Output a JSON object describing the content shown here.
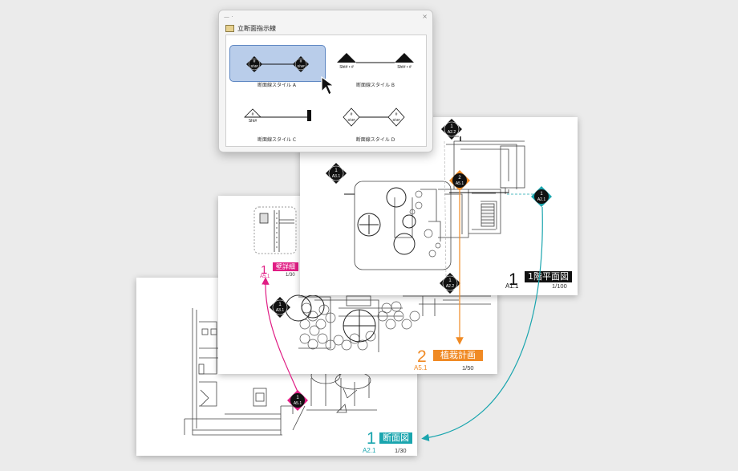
{
  "dialog": {
    "title": "立断面指示線",
    "options": [
      {
        "label": "断面線スタイル A",
        "left_mark": "#",
        "left_sub": "Sht#",
        "right_mark": "#",
        "right_sub": "Sht#",
        "selected": true
      },
      {
        "label": "断面線スタイル B",
        "left_mark": "Sht# • #",
        "right_mark": "Sht# • #",
        "selected": false
      },
      {
        "label": "断面線スタイル C",
        "left_mark": "#",
        "left_sub": "Sht#",
        "selected": false
      },
      {
        "label": "断面線スタイル D",
        "left_mark": "#",
        "left_sub": "Sht#",
        "right_mark": "#",
        "right_sub": "Sht#",
        "selected": false
      }
    ]
  },
  "sheets": {
    "plan": {
      "title_num": "1",
      "title_ref": "A1.1",
      "title_name": "1階平面図",
      "title_scale": "1/100",
      "markers": [
        {
          "num": "1",
          "ref": "A2.2"
        },
        {
          "num": "1",
          "ref": "A3.1"
        },
        {
          "num": "2",
          "ref": "A5.1"
        },
        {
          "num": "1",
          "ref": "A2.1"
        },
        {
          "num": "1",
          "ref": "A2.2"
        }
      ]
    },
    "planting": {
      "detail_num": "1",
      "detail_ref": "A5.1",
      "detail_name": "壁詳細",
      "detail_scale": "1/30",
      "title_num": "2",
      "title_ref": "A5.1",
      "title_name": "植栽計画",
      "title_scale": "1/50",
      "marker": {
        "num": "1",
        "ref": "A3.1"
      }
    },
    "section": {
      "title_num": "1",
      "title_ref": "A2.1",
      "title_name": "断面図",
      "title_scale": "1/30",
      "marker": {
        "num": "1",
        "ref": "A5.1"
      }
    }
  },
  "colors": {
    "magenta": "#e01d84",
    "orange": "#f08a24",
    "teal": "#1aa5ae",
    "black": "#111111",
    "selection_fill": "#b9cdea",
    "selection_border": "#5d86c2"
  },
  "icons": {
    "cursor": "arrow-cursor-icon",
    "dialog_icon": "folder-icon"
  }
}
